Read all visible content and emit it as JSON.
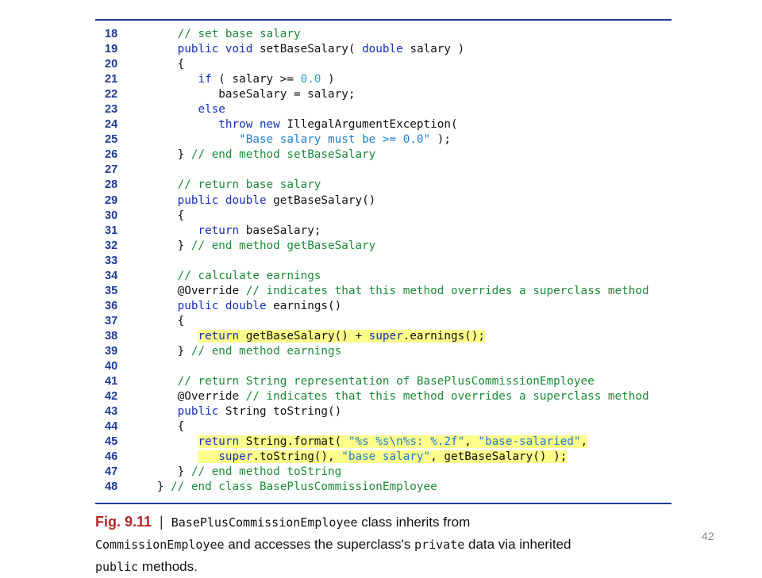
{
  "code_lines": [
    {
      "n": "18",
      "tokens": [
        {
          "t": "      ",
          "k": "p"
        },
        {
          "t": "// set base salary",
          "k": "cm"
        }
      ]
    },
    {
      "n": "19",
      "tokens": [
        {
          "t": "      ",
          "k": "p"
        },
        {
          "t": "public void",
          "k": "kw"
        },
        {
          "t": " setBaseSalary( ",
          "k": "p"
        },
        {
          "t": "double",
          "k": "kw"
        },
        {
          "t": " salary )",
          "k": "p"
        }
      ]
    },
    {
      "n": "20",
      "tokens": [
        {
          "t": "      {",
          "k": "p"
        }
      ]
    },
    {
      "n": "21",
      "tokens": [
        {
          "t": "         ",
          "k": "p"
        },
        {
          "t": "if",
          "k": "kw"
        },
        {
          "t": " ( salary >= ",
          "k": "p"
        },
        {
          "t": "0.0",
          "k": "nm"
        },
        {
          "t": " )",
          "k": "p"
        }
      ]
    },
    {
      "n": "22",
      "tokens": [
        {
          "t": "            baseSalary = salary;",
          "k": "p"
        }
      ]
    },
    {
      "n": "23",
      "tokens": [
        {
          "t": "         ",
          "k": "p"
        },
        {
          "t": "else",
          "k": "kw"
        }
      ]
    },
    {
      "n": "24",
      "tokens": [
        {
          "t": "            ",
          "k": "p"
        },
        {
          "t": "throw new",
          "k": "kw"
        },
        {
          "t": " IllegalArgumentException(",
          "k": "p"
        }
      ]
    },
    {
      "n": "25",
      "tokens": [
        {
          "t": "               ",
          "k": "p"
        },
        {
          "t": "\"Base salary must be >= 0.0\"",
          "k": "st"
        },
        {
          "t": " );",
          "k": "p"
        }
      ]
    },
    {
      "n": "26",
      "tokens": [
        {
          "t": "      } ",
          "k": "p"
        },
        {
          "t": "// end method setBaseSalary",
          "k": "cm"
        }
      ]
    },
    {
      "n": "27",
      "tokens": []
    },
    {
      "n": "28",
      "tokens": [
        {
          "t": "      ",
          "k": "p"
        },
        {
          "t": "// return base salary",
          "k": "cm"
        }
      ]
    },
    {
      "n": "29",
      "tokens": [
        {
          "t": "      ",
          "k": "p"
        },
        {
          "t": "public double",
          "k": "kw"
        },
        {
          "t": " getBaseSalary()",
          "k": "p"
        }
      ]
    },
    {
      "n": "30",
      "tokens": [
        {
          "t": "      {",
          "k": "p"
        }
      ]
    },
    {
      "n": "31",
      "tokens": [
        {
          "t": "         ",
          "k": "p"
        },
        {
          "t": "return",
          "k": "kw"
        },
        {
          "t": " baseSalary;",
          "k": "p"
        }
      ]
    },
    {
      "n": "32",
      "tokens": [
        {
          "t": "      } ",
          "k": "p"
        },
        {
          "t": "// end method getBaseSalary",
          "k": "cm"
        }
      ]
    },
    {
      "n": "33",
      "tokens": []
    },
    {
      "n": "34",
      "tokens": [
        {
          "t": "      ",
          "k": "p"
        },
        {
          "t": "// calculate earnings",
          "k": "cm"
        }
      ]
    },
    {
      "n": "35",
      "tokens": [
        {
          "t": "      @Override ",
          "k": "p"
        },
        {
          "t": "// indicates that this method overrides a superclass method",
          "k": "cm"
        }
      ]
    },
    {
      "n": "36",
      "tokens": [
        {
          "t": "      ",
          "k": "p"
        },
        {
          "t": "public double",
          "k": "kw"
        },
        {
          "t": " earnings()",
          "k": "p"
        }
      ]
    },
    {
      "n": "37",
      "tokens": [
        {
          "t": "      {",
          "k": "p"
        }
      ]
    },
    {
      "n": "38",
      "tokens": [
        {
          "t": "         ",
          "k": "p"
        },
        {
          "t": "return",
          "k": "kw",
          "h": true
        },
        {
          "t": " getBaseSalary() + ",
          "k": "p",
          "h": true
        },
        {
          "t": "super",
          "k": "kw",
          "h": true
        },
        {
          "t": ".earnings();",
          "k": "p",
          "h": true
        }
      ]
    },
    {
      "n": "39",
      "tokens": [
        {
          "t": "      } ",
          "k": "p"
        },
        {
          "t": "// end method earnings",
          "k": "cm"
        }
      ]
    },
    {
      "n": "40",
      "tokens": []
    },
    {
      "n": "41",
      "tokens": [
        {
          "t": "      ",
          "k": "p"
        },
        {
          "t": "// return String representation of BasePlusCommissionEmployee",
          "k": "cm"
        }
      ]
    },
    {
      "n": "42",
      "tokens": [
        {
          "t": "      @Override ",
          "k": "p"
        },
        {
          "t": "// indicates that this method overrides a superclass method",
          "k": "cm"
        }
      ]
    },
    {
      "n": "43",
      "tokens": [
        {
          "t": "      ",
          "k": "p"
        },
        {
          "t": "public",
          "k": "kw"
        },
        {
          "t": " String toString()",
          "k": "p"
        }
      ]
    },
    {
      "n": "44",
      "tokens": [
        {
          "t": "      {",
          "k": "p"
        }
      ]
    },
    {
      "n": "45",
      "tokens": [
        {
          "t": "         ",
          "k": "p"
        },
        {
          "t": "return",
          "k": "kw",
          "h": true
        },
        {
          "t": " String.format( ",
          "k": "p",
          "h": true
        },
        {
          "t": "\"%s %s\\n%s: %.2f\"",
          "k": "st",
          "h": true
        },
        {
          "t": ", ",
          "k": "p",
          "h": true
        },
        {
          "t": "\"base-salaried\"",
          "k": "st",
          "h": true
        },
        {
          "t": ",",
          "k": "p",
          "h": true
        }
      ]
    },
    {
      "n": "46",
      "tokens": [
        {
          "t": "         ",
          "k": "p"
        },
        {
          "t": "   ",
          "k": "p",
          "h": true
        },
        {
          "t": "super",
          "k": "kw",
          "h": true
        },
        {
          "t": ".toString(), ",
          "k": "p",
          "h": true
        },
        {
          "t": "\"base salary\"",
          "k": "st",
          "h": true
        },
        {
          "t": ", getBaseSalary() );",
          "k": "p",
          "h": true
        }
      ]
    },
    {
      "n": "47",
      "tokens": [
        {
          "t": "      } ",
          "k": "p"
        },
        {
          "t": "// end method toString",
          "k": "cm"
        }
      ]
    },
    {
      "n": "48",
      "tokens": [
        {
          "t": "   } ",
          "k": "p"
        },
        {
          "t": "// end class BasePlusCommissionEmployee",
          "k": "cm"
        }
      ]
    }
  ],
  "caption": {
    "fig_label": "Fig. 9.11",
    "separator": "|",
    "class_name": "BasePlusCommissionEmployee",
    "text1": " class inherits from",
    "superclass_name": "CommissionEmployee",
    "text2": " and accesses the superclass's ",
    "private_kw": "private",
    "text3": " data via inherited",
    "public_kw": "public",
    "text4": " methods."
  },
  "page_number": "42",
  "colors": {
    "keyword": "#1530b8",
    "comment": "#1e8a3a",
    "string": "#1f7fd0",
    "number": "#1f9ed0",
    "line_number": "#1f3a93",
    "highlight": "#fdfd8c",
    "fig_label": "#b0282a"
  }
}
